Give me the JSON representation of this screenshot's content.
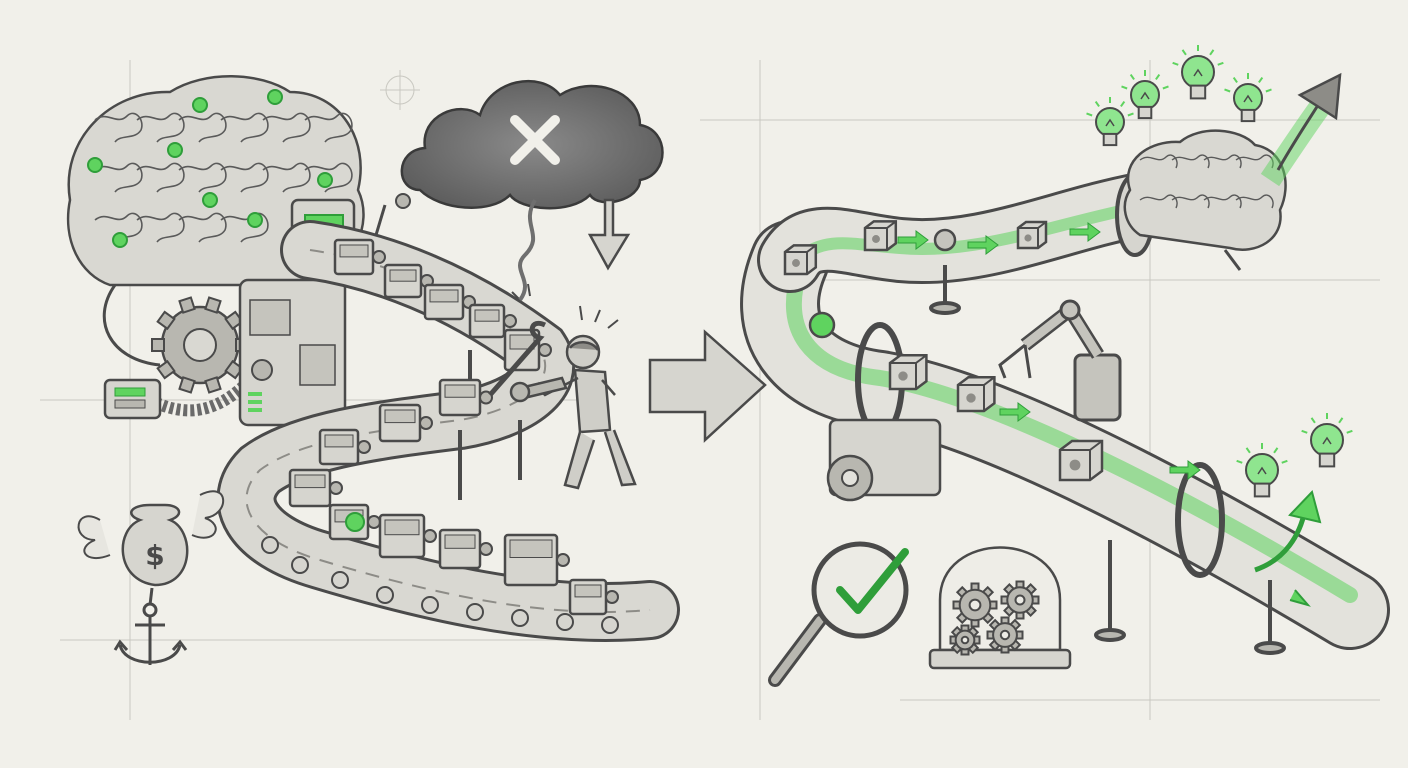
{
  "illustration": {
    "background": "#f1f0ea",
    "ink": "#4a4a4a",
    "ink_light": "#9a9a96",
    "metal": "#d6d5cf",
    "metal_dark": "#8d8c87",
    "accent": "#5fd35f",
    "accent_dark": "#2f9e3a",
    "smoke": "#6f6f6f"
  },
  "left_panel": {
    "failure_symbol": "x-mark",
    "currency_symbol": "$",
    "conveyor_box_count": 14
  },
  "right_panel": {
    "pipeline_cube_count": 6,
    "lightbulb_count": 6,
    "gear_count": 4,
    "check_symbol": "check-mark"
  }
}
